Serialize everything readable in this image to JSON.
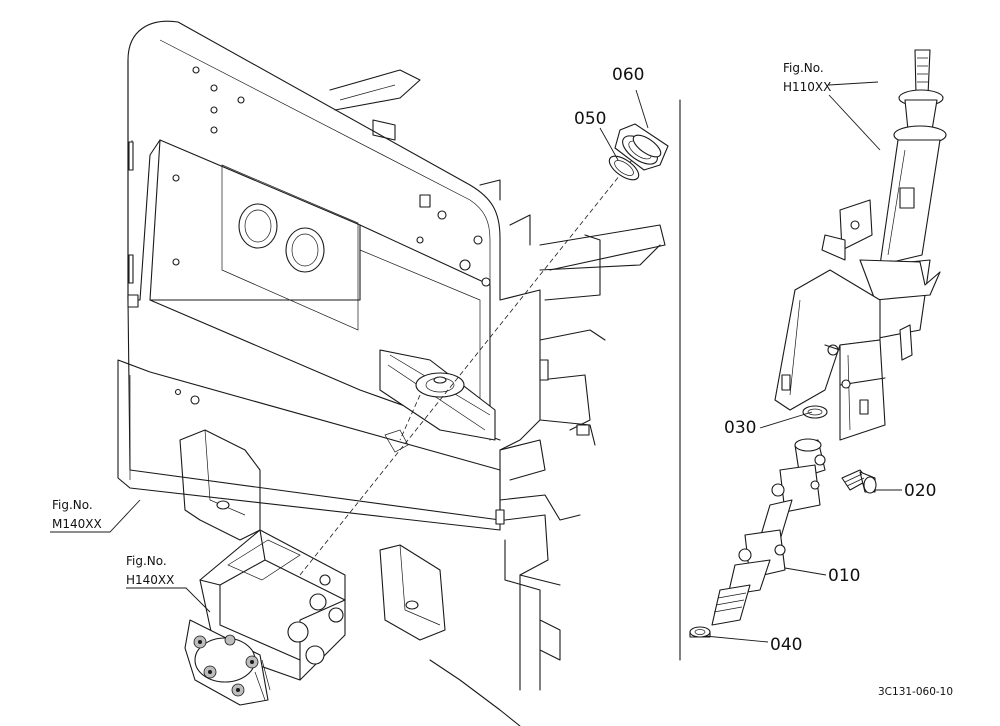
{
  "diagram": {
    "parts": [
      {
        "id": "part-010",
        "number": "010"
      },
      {
        "id": "part-020",
        "number": "020"
      },
      {
        "id": "part-030",
        "number": "030"
      },
      {
        "id": "part-040",
        "number": "040"
      },
      {
        "id": "part-050",
        "number": "050"
      },
      {
        "id": "part-060",
        "number": "060"
      }
    ],
    "figure_refs": {
      "m140": {
        "line1": "Fig.No.",
        "line2": "M140XX"
      },
      "h140": {
        "line1": "Fig.No.",
        "line2": "H140XX"
      },
      "h110": {
        "line1": "Fig.No.",
        "line2": "H110XX"
      }
    },
    "drawing_code": "3C131-060-10"
  }
}
